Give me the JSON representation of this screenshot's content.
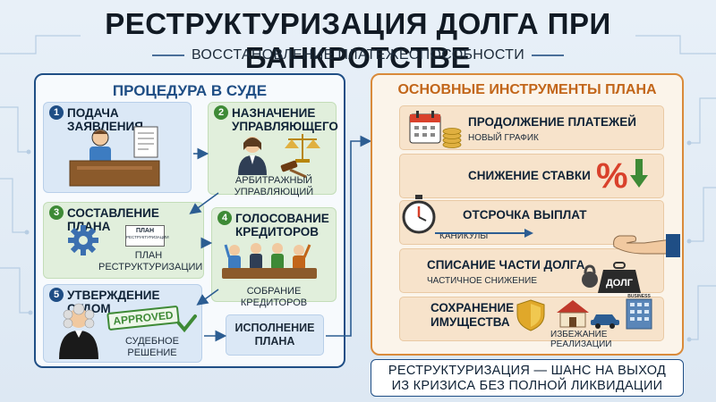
{
  "header": {
    "title": "РЕСТРУКТУРИЗАЦИЯ ДОЛГА ПРИ БАНКРОТСТВЕ",
    "subtitle": "ВОССТАНОВЛЕНИЕ ПЛАТЕЖЕСПОСОБНОСТИ"
  },
  "court": {
    "title": "ПРОЦЕДУРА В СУДЕ",
    "steps": [
      {
        "num": "1",
        "label": "ПОДАЧА ЗАЯВЛЕНИЯ"
      },
      {
        "num": "2",
        "label": "НАЗНАЧЕНИЕ УПРАВЛЯЮЩЕГО",
        "caption": "АРБИТРАЖНЫЙ УПРАВЛЯЮЩИЙ"
      },
      {
        "num": "3",
        "label": "СОСТАВЛЕНИЕ ПЛАНА",
        "caption": "ПЛАН РЕСТРУКТУРИЗАЦИИ",
        "doc_title": "ПЛАН",
        "doc_sub": "РЕСТРУКТУРИЗАЦИИ"
      },
      {
        "num": "4",
        "label": "ГОЛОСОВАНИЕ КРЕДИТОРОВ",
        "caption": "СОБРАНИЕ КРЕДИТОРОВ"
      },
      {
        "num": "5",
        "label": "УТВЕРЖДЕНИЕ СУДОМ",
        "caption": "СУДЕБНОЕ РЕШЕНИЕ",
        "stamp": "APPROVED"
      }
    ],
    "execution": "ИСПОЛНЕНИЕ ПЛАНА"
  },
  "tools": {
    "title": "ОСНОВНЫЕ ИНСТРУМЕНТЫ ПЛАНА",
    "items": [
      {
        "label": "ПРОДОЛЖЕНИЕ ПЛАТЕЖЕЙ",
        "sub": "НОВЫЙ ГРАФИК"
      },
      {
        "label": "СНИЖЕНИЕ СТАВКИ",
        "sub": ""
      },
      {
        "label": "ОТСРОЧКА ВЫПЛАТ",
        "sub": "КАНИКУЛЫ"
      },
      {
        "label": "СПИСАНИЕ ЧАСТИ ДОЛГА",
        "sub": "ЧАСТИЧНОЕ СНИЖЕНИЕ",
        "weight_label": "ДОЛГ"
      },
      {
        "label": "СОХРАНЕНИЕ ИМУЩЕСТВА",
        "sub": "ИЗБЕЖАНИЕ РЕАЛИЗАЦИИ",
        "building_label": "BUSINESS"
      }
    ]
  },
  "footer": {
    "line1": "РЕСТРУКТУРИЗАЦИЯ — ШАНС НА ВЫХОД",
    "line2": "ИЗ КРИЗИСА БЕЗ ПОЛНОЙ ЛИКВИДАЦИИ"
  },
  "colors": {
    "navy": "#1f4e85",
    "green": "#3e8a36",
    "orange": "#d98a3a",
    "accent_orange": "#c2661a",
    "tool_bg": "#f7e3cb"
  },
  "icons": [
    "person-at-desk-icon",
    "document-icon",
    "manager-icon",
    "scales-icon",
    "gavel-icon",
    "gear-icon",
    "plan-document-icon",
    "creditors-meeting-icon",
    "judge-icon",
    "approved-stamp-icon",
    "checkmark-icon",
    "calendar-icon",
    "coins-icon",
    "percent-icon",
    "down-arrow-icon",
    "stopwatch-icon",
    "arrow-icon",
    "hand-icon",
    "weight-icon",
    "shield-icon",
    "house-icon",
    "car-icon",
    "building-icon"
  ]
}
